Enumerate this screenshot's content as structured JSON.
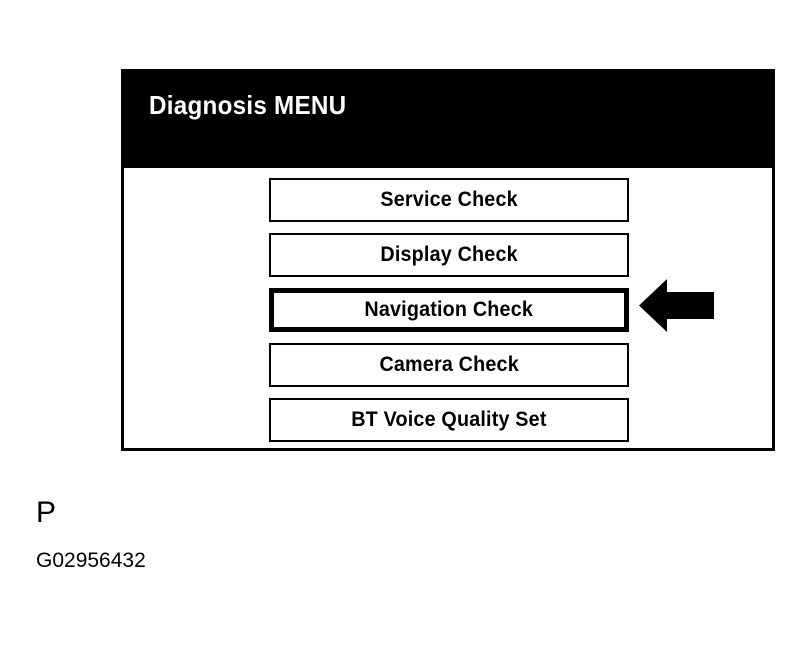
{
  "screen": {
    "title": "Diagnosis MENU",
    "menu_items": [
      {
        "label": "Service Check",
        "selected": false
      },
      {
        "label": "Display Check",
        "selected": false
      },
      {
        "label": "Navigation Check",
        "selected": true
      },
      {
        "label": "Camera Check",
        "selected": false
      },
      {
        "label": "BT Voice Quality Set",
        "selected": false
      }
    ]
  },
  "annotation": {
    "pointer_icon": "left-arrow-icon",
    "pointer_target": "Navigation Check"
  },
  "caption": {
    "letter": "P",
    "code": "G02956432"
  },
  "colors": {
    "header_bg": "#000000",
    "header_text": "#ffffff",
    "panel_bg": "#ffffff",
    "border": "#000000",
    "arrow": "#000000"
  }
}
